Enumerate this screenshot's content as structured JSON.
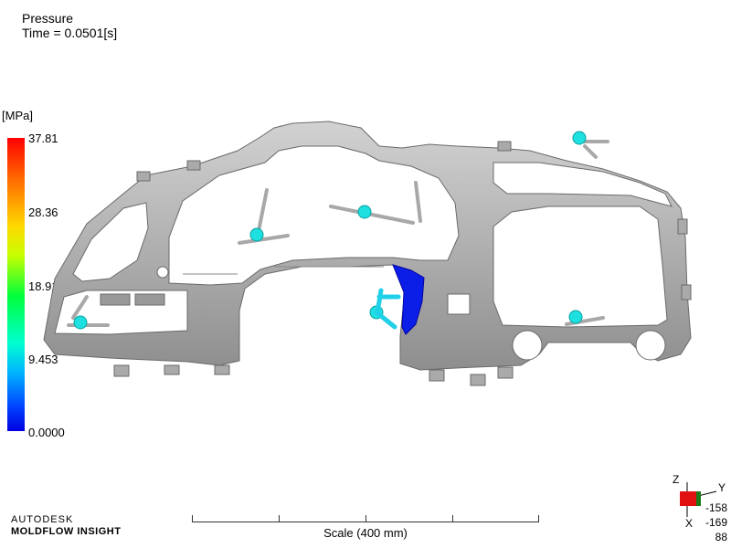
{
  "header": {
    "result_name": "Pressure",
    "time_label": "Time = ",
    "time_value": "0.0501[s]"
  },
  "legend": {
    "unit": "[MPa]",
    "ticks": [
      "37.81",
      "28.36",
      "18.91",
      "9.453",
      "0.0000"
    ],
    "colors": {
      "max": "#ff0000",
      "high": "#ffd800",
      "mid": "#00ff3c",
      "low": "#00ffd0",
      "min": "#0000e0"
    }
  },
  "branding": {
    "line1": "AUTODESK",
    "line2": "MOLDFLOW INSIGHT"
  },
  "scale": {
    "label": "Scale (400 mm)"
  },
  "triad": {
    "z": "Z",
    "y": "Y",
    "x": "X",
    "rot1": "-158",
    "rot2": "-169",
    "rot3": "88"
  },
  "model": {
    "part_color": "#b4b4b4",
    "gate_color": "#1ee0e0",
    "fill_color": "#0a1ee8"
  }
}
